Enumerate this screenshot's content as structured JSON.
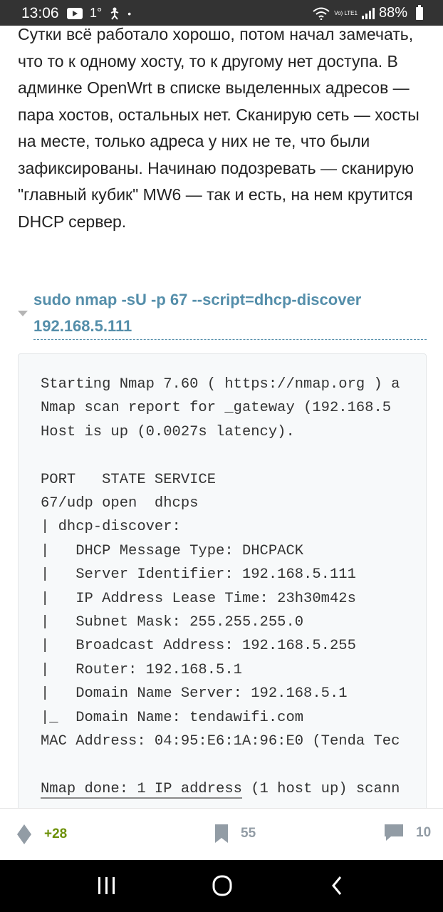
{
  "status_bar": {
    "time": "13:06",
    "temperature": "1°",
    "signal_text": "Vo) LTE1",
    "battery": "88%"
  },
  "article": {
    "paragraph": "Сутки всё работало хорошо, потом начал замечать, что то к одному хосту, то к другому нет доступа. В админке OpenWrt в списке выделенных адресов — пара хостов, остальных нет. Сканирую сеть — хосты на месте, только адреса у них не те, что были зафиксированы. Начинаю подозревать — сканирую \"главный кубик\" MW6 — так и есть, на нем крутится DHCP сервер."
  },
  "spoiler": {
    "title": "sudo nmap -sU -p 67 --script=dhcp-discover 192.168.5.111"
  },
  "code": {
    "lines": [
      "Starting Nmap 7.60 ( https://nmap.org ) a",
      "Nmap scan report for _gateway (192.168.5",
      "Host is up (0.0027s latency).",
      "",
      "PORT   STATE SERVICE",
      "67/udp open  dhcps",
      "| dhcp-discover:",
      "|   DHCP Message Type: DHCPACK",
      "|   Server Identifier: 192.168.5.111",
      "|   IP Address Lease Time: 23h30m42s",
      "|   Subnet Mask: 255.255.255.0",
      "|   Broadcast Address: 192.168.5.255",
      "|   Router: 192.168.5.1",
      "|   Domain Name Server: 192.168.5.1",
      "|_  Domain Name: tendawifi.com",
      "MAC Address: 04:95:E6:1A:96:E0 (Tenda Tec",
      ""
    ],
    "last_line_underlined": "Nmap done: 1 IP address",
    "last_line_rest": " (1 host up) scann"
  },
  "actions": {
    "votes": "+28",
    "bookmarks": "55",
    "comments": "10"
  },
  "colors": {
    "accent_link": "#548eaa",
    "vote_positive": "#6c9007",
    "muted_icon": "#929ca5"
  }
}
